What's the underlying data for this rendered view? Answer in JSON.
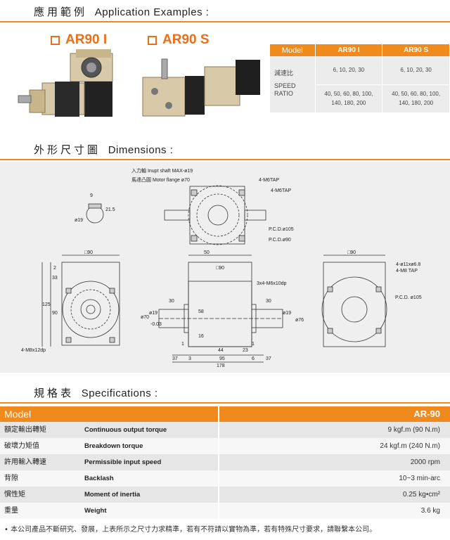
{
  "sections": {
    "app_zh": "應用範例",
    "app_en": "Application Examples :",
    "dim_zh": "外形尺寸圖",
    "dim_en": "Dimensions :",
    "spec_zh": "規格表",
    "spec_en": "Specifications :"
  },
  "variants": [
    "AR90 I",
    "AR90 S"
  ],
  "model_table": {
    "header": [
      "Model",
      "AR90 I",
      "AR90 S"
    ],
    "ratio_label_zh": "減速比",
    "ratio_label_en1": "SPEED",
    "ratio_label_en2": "RATIO",
    "ratio_row1": [
      "6, 10, 20, 30",
      "6, 10, 20, 30"
    ],
    "ratio_row2a": [
      "40, 50, 60, 80, 100,",
      "40, 50, 60, 80, 100,"
    ],
    "ratio_row2b": [
      "140, 180, 200",
      "140, 180, 200"
    ]
  },
  "dimensions": {
    "input_shaft": "入力軸  Inupt shaft MAX-ø19",
    "motor_flange": "馬達凸圓  Motor flange ø70",
    "tap_4m6_a": "4-M6TAP",
    "tap_4m6_b": "4-M6TAP",
    "pcd105": "P.C.D.ø105",
    "pcd90": "P.C.D.ø90",
    "key_9": "9",
    "key_21_5": "21.5",
    "key_d19": "ø19",
    "sq90_a": "□90",
    "sq90_b": "□90",
    "sq90_c": "□90",
    "d50": "50",
    "m6x10": "3x4-M6x10dp",
    "d30a": "30",
    "d30b": "30",
    "d33": "33",
    "d2": "2",
    "d90": "90",
    "d125": "125",
    "d58": "58",
    "d16": "16",
    "d1a": "1",
    "d1b": "1",
    "d44": "44",
    "d23": "23",
    "d37a": "37",
    "d3": "3",
    "d95": "95",
    "d6": "6",
    "d37b": "37",
    "d178": "178",
    "d70": "ø70",
    "d19a": "ø19",
    "d19b": "ø19",
    "d76": "ø76",
    "tol_a": "-0.03",
    "m8x12": "4-M8x12dp",
    "holes": "4-ø11xø6.8",
    "m8tap": "4-M8 TAP",
    "pcd105b": "P.C.D. ø105"
  },
  "spec_table": {
    "model_label": "Model",
    "model_value": "AR-90",
    "rows": [
      {
        "zh": "額定輸出轉矩",
        "en": "Continuous output torque",
        "val": "9 kgf.m (90 N.m)"
      },
      {
        "zh": "破壞力矩值",
        "en": "Breakdown torque",
        "val": "24 kgf.m (240 N.m)"
      },
      {
        "zh": "許用輸入轉速",
        "en": "Permissible input speed",
        "val": "2000 rpm"
      },
      {
        "zh": "背隙",
        "en": "Backlash",
        "val": "10~3 min-arc"
      },
      {
        "zh": "慣性矩",
        "en": "Moment of inertia",
        "val": "0.25 kg•cm²"
      },
      {
        "zh": "重量",
        "en": "Weight",
        "val": "3.6 kg"
      }
    ]
  },
  "footnote": "• 本公司產品不斷研究、發展，上表所示之尺寸力求精準，若有不符請以實物為準，若有特殊尺寸要求，請聯繫本公司。"
}
